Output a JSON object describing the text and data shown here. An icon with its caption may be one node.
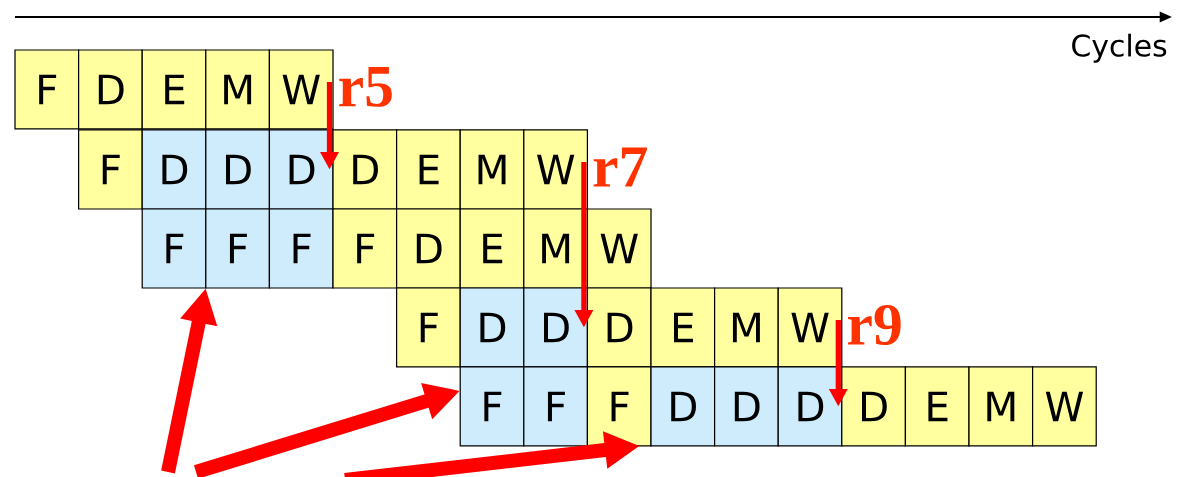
{
  "diagram": {
    "nodes": [
      {
        "text": [
          "F"
        ]
      },
      {
        "text": [
          "D"
        ]
      },
      {
        "text": [
          "E"
        ]
      },
      {
        "text": [
          "M"
        ]
      },
      {
        "text": [
          "W"
        ]
      },
      {
        "text": [
          "F"
        ]
      },
      {
        "text": [
          "D"
        ]
      },
      {
        "text": [
          "D"
        ]
      },
      {
        "text": [
          "D"
        ]
      },
      {
        "text": [
          "D"
        ]
      },
      {
        "text": [
          "E"
        ]
      },
      {
        "text": [
          "M"
        ]
      },
      {
        "text": [
          "W"
        ]
      },
      {
        "text": [
          "F"
        ]
      },
      {
        "text": [
          "F"
        ]
      },
      {
        "text": [
          "F"
        ]
      },
      {
        "text": [
          "F"
        ]
      },
      {
        "text": [
          "D"
        ]
      },
      {
        "text": [
          "E"
        ]
      },
      {
        "text": [
          "M"
        ]
      },
      {
        "text": [
          "W"
        ]
      },
      {
        "text": [
          "F"
        ]
      },
      {
        "text": [
          "D"
        ]
      },
      {
        "text": [
          "D"
        ]
      },
      {
        "text": [
          "D"
        ]
      },
      {
        "text": [
          "E"
        ]
      },
      {
        "text": [
          "M"
        ]
      },
      {
        "text": [
          "W"
        ]
      },
      {
        "text": [
          "F"
        ]
      },
      {
        "text": [
          "F"
        ]
      },
      {
        "text": [
          "F"
        ]
      },
      {
        "text": [
          "D"
        ]
      },
      {
        "text": [
          "D"
        ]
      },
      {
        "text": [
          "D"
        ]
      },
      {
        "text": [
          "D"
        ]
      },
      {
        "text": [
          "E"
        ]
      },
      {
        "text": [
          "M"
        ]
      },
      {
        "text": [
          "W"
        ]
      }
    ],
    "edges": [
      {
        "from": 4,
        "to": 9,
        "arrow": "to",
        "label": "r5"
      },
      {
        "from": 12,
        "to": 24,
        "arrow": "to",
        "label": "r7"
      },
      {
        "from": 27,
        "to": 34,
        "arrow": "to",
        "label": "r9"
      },
      {
        "from": null,
        "to": 13,
        "arrow": "to",
        "style": "thick"
      },
      {
        "from": null,
        "to": 28,
        "arrow": "to",
        "style": "thick"
      },
      {
        "from": null,
        "to": 30,
        "arrow": "to",
        "style": "thick"
      }
    ],
    "labels": [
      "Cycles"
    ]
  }
}
